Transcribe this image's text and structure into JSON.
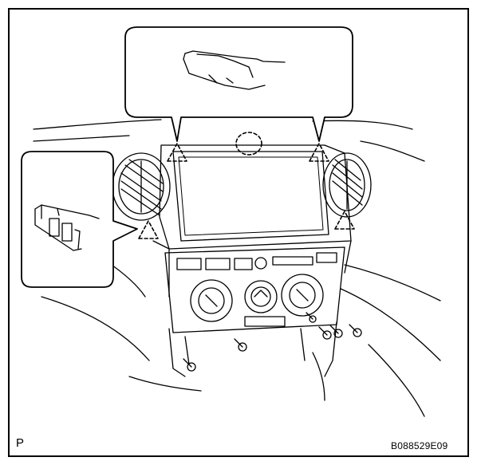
{
  "figure": {
    "corner_mark": "P",
    "figure_code": "B088529E09"
  },
  "colors": {
    "line": "#000000",
    "background": "#ffffff"
  },
  "callouts": [
    {
      "name": "top-callout",
      "depicts": "upper-clip-closeup"
    },
    {
      "name": "left-callout",
      "depicts": "side-clip-closeup"
    }
  ],
  "markers": {
    "triangle_clips": 4,
    "dashed_circle_clips": 1,
    "screws": 6
  }
}
